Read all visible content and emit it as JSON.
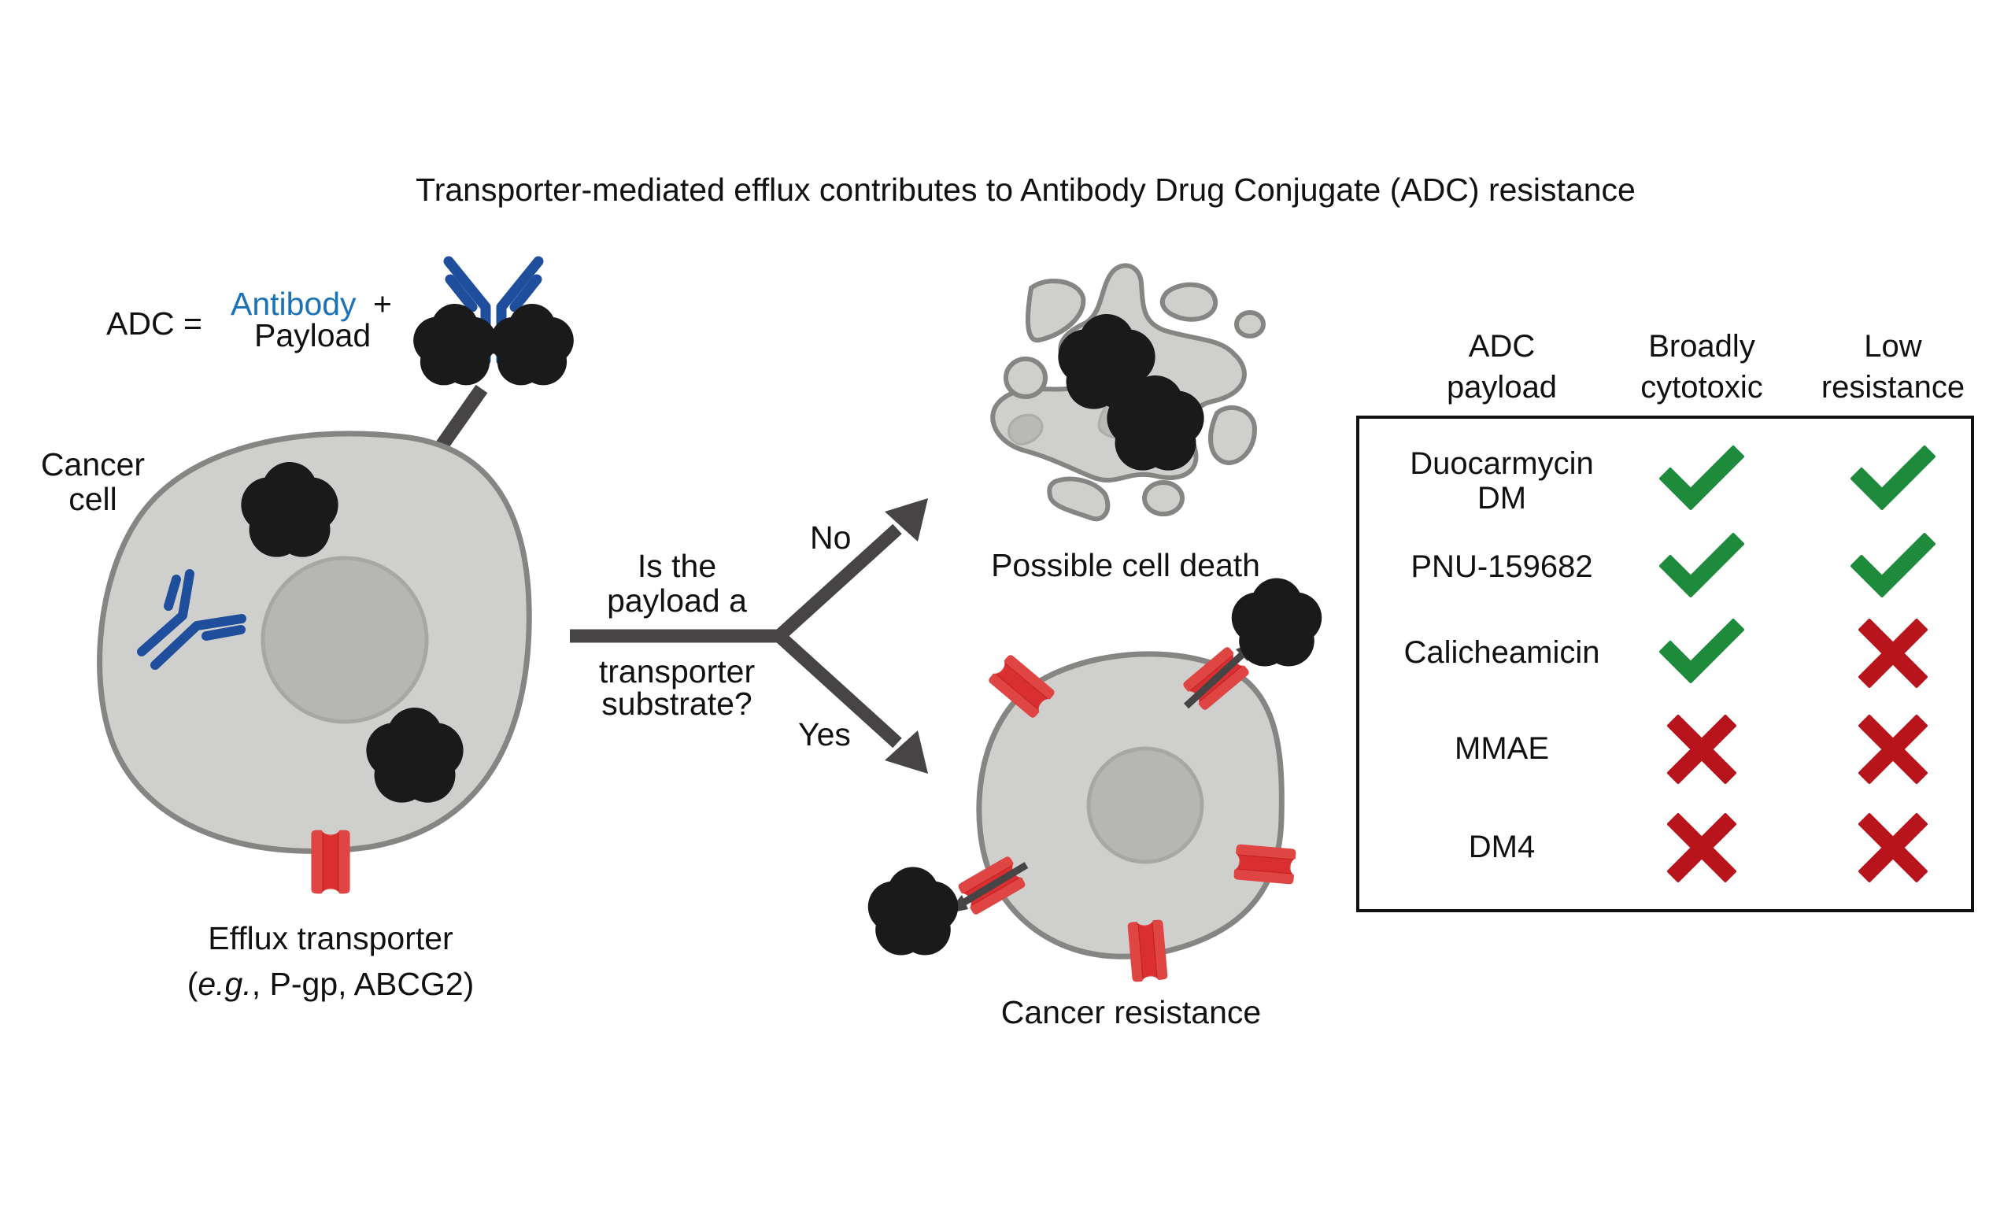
{
  "title": "Transporter-mediated efflux contributes to Antibody Drug Conjugate (ADC) resistance",
  "colors": {
    "antibody_text": "#1a73b8",
    "payload_text": "#e2c000",
    "antibody_glyph": "#1f4e9c",
    "payload_star": "#fcc80a",
    "payload_star_legend": "#ffe100",
    "no_green": "#1f9a3a",
    "yes_red": "#e0141e",
    "check_green": "#1e8a3c",
    "cross_red": "#b8141c",
    "transporter_red": "#df4543",
    "arrow_dark": "#464444"
  },
  "definition": {
    "lhs": "ADC =",
    "antibody": "Antibody",
    "plus": "+",
    "payload": "Payload",
    "glyph_icon": "antibody-drug-conjugate-icon"
  },
  "cancer_cell": {
    "label_line1": "Cancer",
    "label_line2": "cell",
    "transporter_label_line1": "Efflux transporter",
    "transporter_label_line2_italic": "e.g.",
    "transporter_label_line2_open": "(",
    "transporter_label_line2_rest": ", P-gp, ABCG2)"
  },
  "decision": {
    "question_line1": "Is the",
    "question_line2": "payload a",
    "question_line3": "transporter",
    "question_line4": "substrate?",
    "no_label": "No",
    "yes_label": "Yes"
  },
  "outcomes": {
    "no_outcome": "Possible cell death",
    "yes_outcome": "Cancer resistance"
  },
  "table": {
    "headers": [
      {
        "line1": "ADC",
        "line2": "payload"
      },
      {
        "line1": "Broadly",
        "line2": "cytotoxic"
      },
      {
        "line1": "Low",
        "line2": "resistance"
      }
    ],
    "rows": [
      {
        "name_line1": "Duocarmycin",
        "name_line2": "DM",
        "broadly_cytotoxic": true,
        "low_resistance": true
      },
      {
        "name_line1": "PNU-159682",
        "name_line2": "",
        "broadly_cytotoxic": true,
        "low_resistance": true
      },
      {
        "name_line1": "Calicheamicin",
        "name_line2": "",
        "broadly_cytotoxic": true,
        "low_resistance": false
      },
      {
        "name_line1": "MMAE",
        "name_line2": "",
        "broadly_cytotoxic": false,
        "low_resistance": false
      },
      {
        "name_line1": "DM4",
        "name_line2": "",
        "broadly_cytotoxic": false,
        "low_resistance": false
      }
    ],
    "true_icon": "check-icon",
    "false_icon": "cross-icon"
  }
}
